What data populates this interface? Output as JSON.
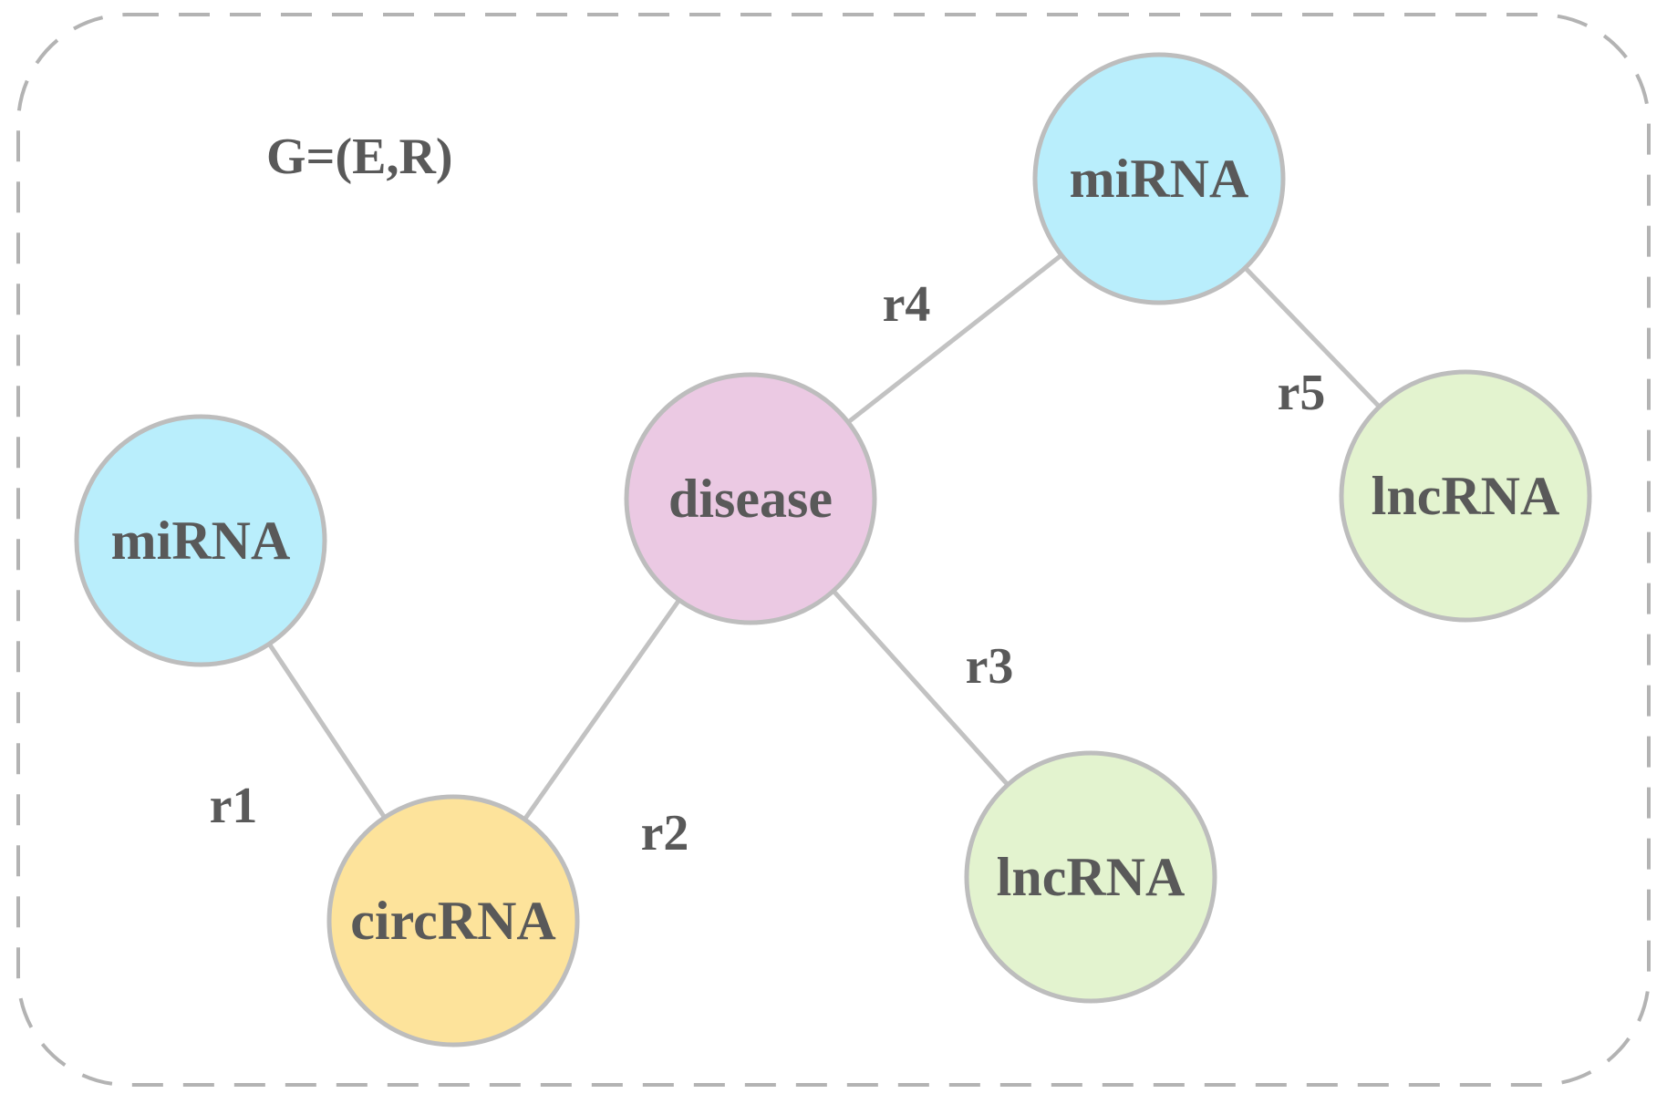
{
  "graph": {
    "title": "G=(E,R)",
    "colors": {
      "mirna": "#b9eefc",
      "disease": "#ebc9e3",
      "lncrna": "#e3f3cf",
      "circrna": "#fde39b",
      "node_stroke": "#bdbdbd",
      "edge": "#c2c2c2",
      "text": "#595959"
    },
    "nodes": [
      {
        "id": "mirna-left",
        "label": "miRNA",
        "type": "mirna"
      },
      {
        "id": "circrna",
        "label": "circRNA",
        "type": "circrna"
      },
      {
        "id": "disease",
        "label": "disease",
        "type": "disease"
      },
      {
        "id": "lncrna-bottom",
        "label": "lncRNA",
        "type": "lncrna"
      },
      {
        "id": "mirna-top",
        "label": "miRNA",
        "type": "mirna"
      },
      {
        "id": "lncrna-right",
        "label": "lncRNA",
        "type": "lncrna"
      }
    ],
    "edges": [
      {
        "id": "r1",
        "label": "r1",
        "source": "mirna-left",
        "target": "circrna"
      },
      {
        "id": "r2",
        "label": "r2",
        "source": "circrna",
        "target": "disease"
      },
      {
        "id": "r3",
        "label": "r3",
        "source": "disease",
        "target": "lncrna-bottom"
      },
      {
        "id": "r4",
        "label": "r4",
        "source": "disease",
        "target": "mirna-top"
      },
      {
        "id": "r5",
        "label": "r5",
        "source": "mirna-top",
        "target": "lncrna-right"
      }
    ]
  }
}
